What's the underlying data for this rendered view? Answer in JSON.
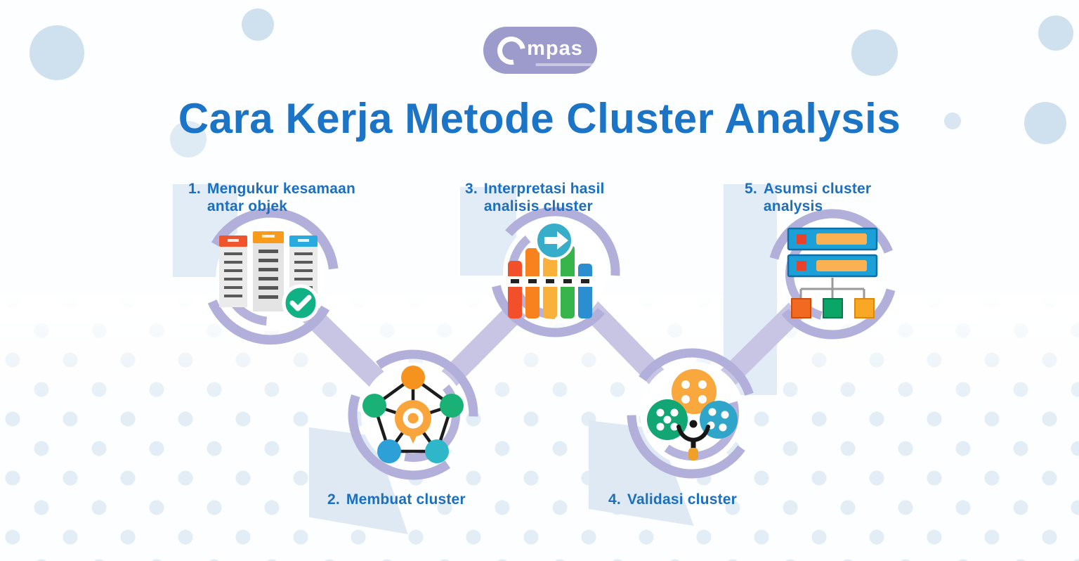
{
  "title": "Cara Kerja Metode Cluster Analysis",
  "logo": {
    "text": "mpas"
  },
  "steps": [
    {
      "number": "1.",
      "label": "Mengukur kesamaan\nantar objek",
      "icon": "comparison-tables-check-icon"
    },
    {
      "number": "2.",
      "label": "Membuat cluster",
      "icon": "pentagon-network-icon"
    },
    {
      "number": "3.",
      "label": "Interpretasi hasil\nanalisis cluster",
      "icon": "bar-chart-arrow-icon"
    },
    {
      "number": "4.",
      "label": "Validasi cluster",
      "icon": "cluster-magnifier-icon"
    },
    {
      "number": "5.",
      "label": "Asumsi cluster\nanalysis",
      "icon": "server-hierarchy-icon"
    }
  ],
  "palette": {
    "title_blue": "#1b74c5",
    "label_blue": "#1b6fbe",
    "ring_lavender": "#b2b0da",
    "connector_lavender": "#c7c5e3",
    "logo_lavender": "#9d9bcb",
    "background_dot_blue": "#d9e8f3",
    "bubble_blue": "#cfe0ee",
    "red_orange": "#f1502a",
    "orange": "#f7941d",
    "amber": "#f9b13c",
    "green": "#12ae79",
    "check_green": "#10b184",
    "teal": "#2fb5c9",
    "blue": "#29abe2",
    "server_blue": "#1ba0d8",
    "wire_gray": "#9a9a9a"
  }
}
